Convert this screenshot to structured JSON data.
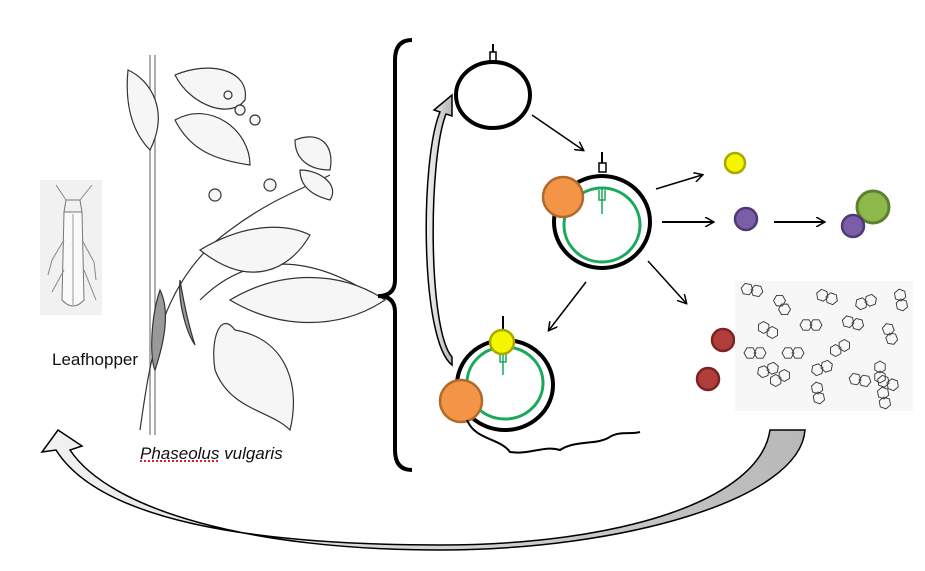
{
  "labels": {
    "insect": "Leafhopper",
    "plant_genus": "Phaseolus",
    "plant_species": "vulgaris"
  },
  "colors": {
    "orange": "#f39446",
    "green_ring": "#1aa85a",
    "yellow": "#f5f500",
    "purple": "#7b5ea8",
    "light_green": "#8db84a",
    "red": "#b13d3d",
    "arrow_gray": "#c8c8c8"
  }
}
